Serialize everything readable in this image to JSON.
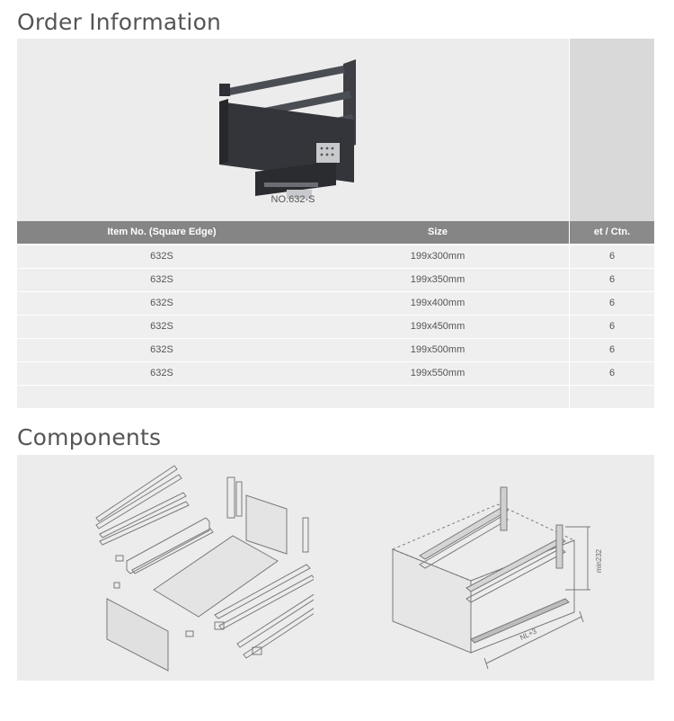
{
  "order_section": {
    "title": "Order Information",
    "product_caption": "NO.632-S"
  },
  "table": {
    "headers": [
      "Item No. (Square Edge)",
      "Size",
      "et / Ctn."
    ],
    "rows": [
      [
        "632S",
        "199x300mm",
        "6"
      ],
      [
        "632S",
        "199x350mm",
        "6"
      ],
      [
        "632S",
        "199x400mm",
        "6"
      ],
      [
        "632S",
        "199x450mm",
        "6"
      ],
      [
        "632S",
        "199x500mm",
        "6"
      ],
      [
        "632S",
        "199x550mm",
        "6"
      ],
      [
        "",
        "",
        ""
      ]
    ]
  },
  "components_section": {
    "title": "Components",
    "dimension_labels": [
      "min232",
      "NL+3"
    ]
  },
  "colors": {
    "header_bg": "#858585",
    "panel_bg": "#ececec",
    "side_bg": "#d9d9d9",
    "title_text": "#555555"
  }
}
